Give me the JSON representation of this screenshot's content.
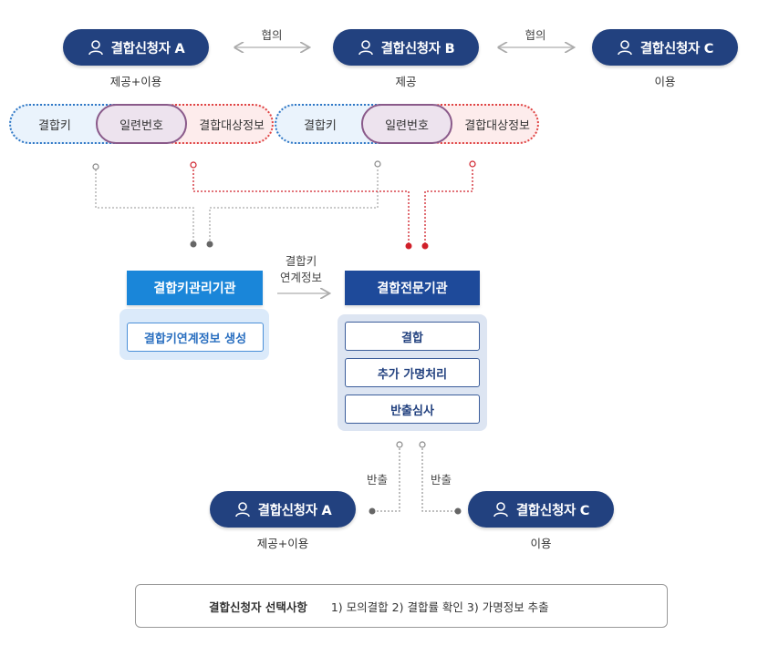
{
  "applicants_top": [
    {
      "name": "결합신청자 A",
      "role": "제공+이용"
    },
    {
      "name": "결합신청자 B",
      "role": "제공"
    },
    {
      "name": "결합신청자 C",
      "role": "이용"
    }
  ],
  "consult_labels": [
    "협의",
    "협의"
  ],
  "data_groups": [
    {
      "key": "결합키",
      "serial": "일련번호",
      "target": "결합대상정보"
    },
    {
      "key": "결합키",
      "serial": "일련번호",
      "target": "결합대상정보"
    }
  ],
  "key_agency": {
    "title": "결합키관리기관",
    "task": "결합키연계정보 생성"
  },
  "link_info_label": [
    "결합키",
    "연계정보"
  ],
  "expert_agency": {
    "title": "결합전문기관",
    "tasks": [
      "결합",
      "추가 가명처리",
      "반출심사"
    ]
  },
  "export_labels": [
    "반출",
    "반출"
  ],
  "applicants_bottom": [
    {
      "name": "결합신청자 A",
      "role": "제공+이용"
    },
    {
      "name": "결합신청자 C",
      "role": "이용"
    }
  ],
  "options": {
    "title": "결합신청자 선택사항",
    "items": "1) 모의결합  2) 결합률 확인  3) 가명정보 추출"
  },
  "colors": {
    "navy": "#22417f",
    "key_blue": "#1a86d9",
    "expert_blue": "#1e4a9a",
    "red": "#d0202a",
    "gray": "#888888"
  }
}
